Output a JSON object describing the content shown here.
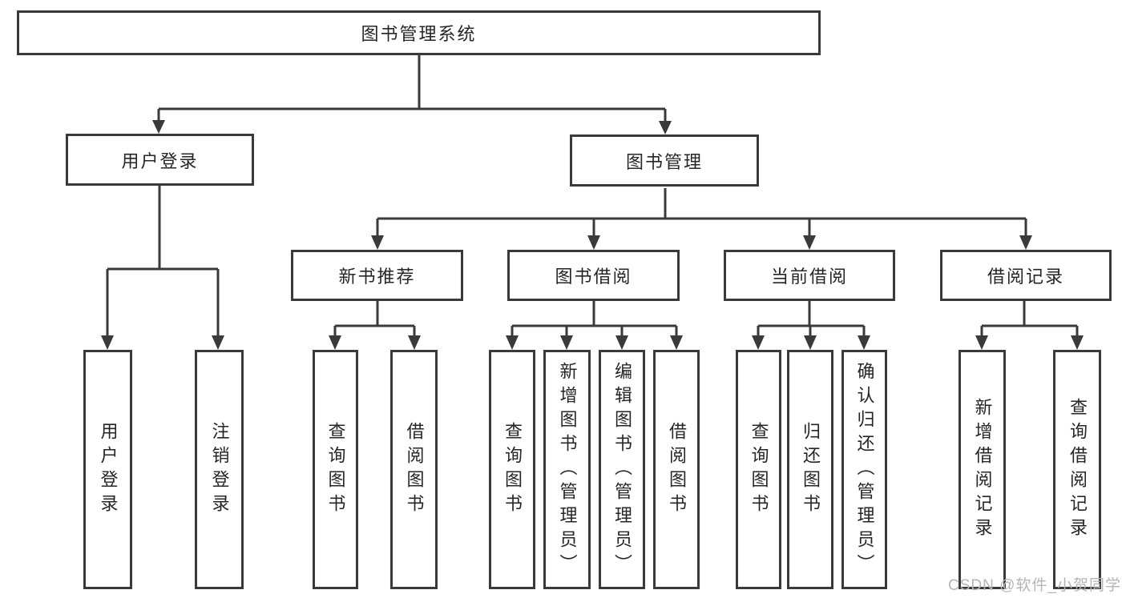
{
  "colors": {
    "line": "#3a3a3a",
    "text": "#262626",
    "watermark": "#b5b5b5",
    "background": "#ffffff"
  },
  "watermark": {
    "text": "CSDN @软件_小贺同学"
  },
  "tree": {
    "root": {
      "label": "图书管理系统"
    },
    "branches": [
      {
        "label": "用户登录",
        "children": [
          {
            "label": "用户登录"
          },
          {
            "label": "注销登录"
          }
        ]
      },
      {
        "label": "图书管理",
        "children": [
          {
            "label": "新书推荐",
            "children": [
              {
                "label": "查询图书"
              },
              {
                "label": "借阅图书"
              }
            ]
          },
          {
            "label": "图书借阅",
            "children": [
              {
                "label": "查询图书"
              },
              {
                "label": "新增图书（管理员）"
              },
              {
                "label": "编辑图书（管理员）"
              },
              {
                "label": "借阅图书"
              }
            ]
          },
          {
            "label": "当前借阅",
            "children": [
              {
                "label": "查询图书"
              },
              {
                "label": "归还图书"
              },
              {
                "label": "确认归还（管理员）"
              }
            ]
          },
          {
            "label": "借阅记录",
            "children": [
              {
                "label": "新增借阅记录"
              },
              {
                "label": "查询借阅记录"
              }
            ]
          }
        ]
      }
    ]
  }
}
